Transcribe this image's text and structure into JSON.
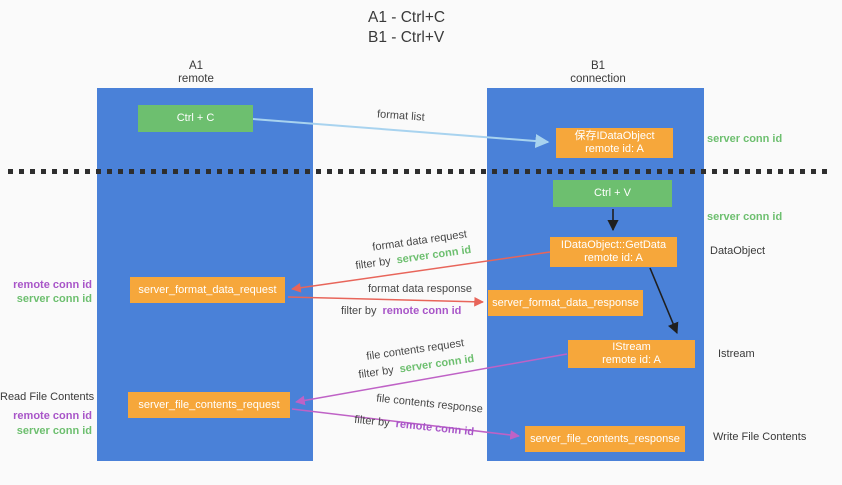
{
  "title": {
    "line1": "A1 - Ctrl+C",
    "line2": "B1 - Ctrl+V"
  },
  "columns": {
    "a1": {
      "name": "A1",
      "subtitle": "remote"
    },
    "b1": {
      "name": "B1",
      "subtitle": "connection"
    }
  },
  "nodes": {
    "ctrl_c": {
      "label": "Ctrl + C"
    },
    "ctrl_v": {
      "label": "Ctrl + V"
    },
    "save_dataobject": {
      "line1": "保存IDataObject",
      "line2": "remote id: A"
    },
    "getdata": {
      "line1": "IDataObject::GetData",
      "line2": "remote id: A"
    },
    "istream": {
      "line1": "IStream",
      "line2": "remote id: A"
    },
    "server_format_data_request": {
      "label": "server_format_data_request"
    },
    "server_format_data_response": {
      "label": "server_format_data_response"
    },
    "server_file_contents_request": {
      "label": "server_file_contents_request"
    },
    "server_file_contents_response": {
      "label": "server_file_contents_response"
    }
  },
  "arrow_labels": {
    "format_list": "format list",
    "format_data_request": "format data request",
    "format_data_response": "format data response",
    "file_contents_request": "file contents request",
    "file_contents_response": "file contents response",
    "filter_by": "filter by"
  },
  "side_labels": {
    "server_conn_id": "server conn id",
    "remote_conn_id": "remote conn id",
    "dataobject": "DataObject",
    "istream": "Istream",
    "read_file_contents": "Read File Contents",
    "write_file_contents": "Write File Contents"
  },
  "colors": {
    "column_blue": "#4a81d8",
    "node_orange": "#f6a73b",
    "node_green": "#6dbf6f",
    "arrow_light_blue": "#a8d3ef",
    "arrow_red": "#e8655a",
    "arrow_magenta": "#bf62c6",
    "arrow_black": "#1f1f1f",
    "text_green": "#6dbf6f",
    "text_purple": "#a855c8",
    "background": "#fafafa"
  }
}
